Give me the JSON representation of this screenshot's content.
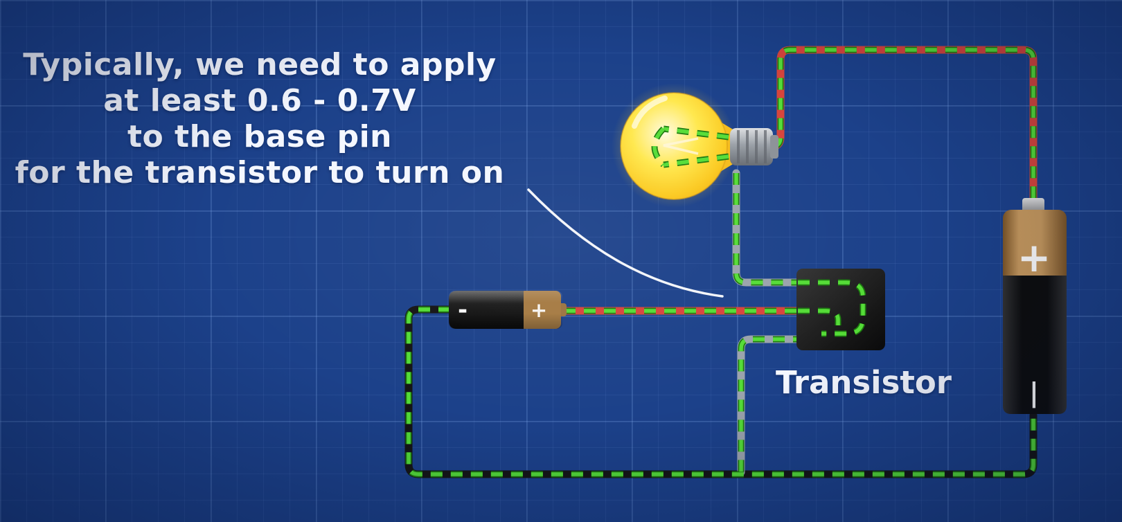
{
  "scene": {
    "caption_lines": [
      "Typically, we need to apply",
      "at least 0.6 - 0.7V",
      "to the base pin",
      "for the transistor to turn on"
    ],
    "transistor_label": "Transistor",
    "big_battery": {
      "plus": "+",
      "minus": "|"
    },
    "small_battery": {
      "plus": "+",
      "minus": "-"
    }
  },
  "colors": {
    "background_blue": "#1c418a",
    "grid_line": "#3a62b0",
    "wire_red": "#d7453c",
    "current_dash_green": "#55dc37",
    "wire_gray": "#9ba3ac",
    "wire_black": "#151515",
    "bulb_yellow": "#ffd93a",
    "battery_copper": "#b5824c",
    "battery_body_black": "#101010",
    "text_white": "#f4f7ff"
  }
}
